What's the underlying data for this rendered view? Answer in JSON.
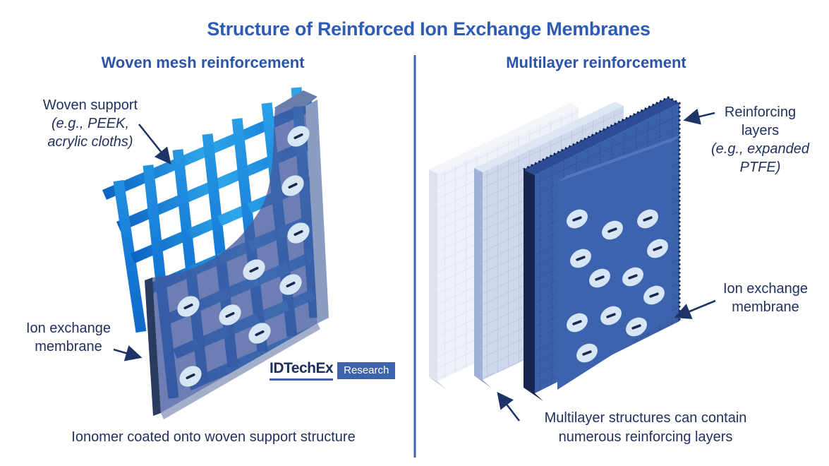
{
  "title": "Structure of Reinforced Ion Exchange Membranes",
  "left_panel": {
    "subtitle": "Woven mesh reinforcement",
    "support_label": {
      "line1": "Woven support",
      "line2": "(e.g., PEEK,",
      "line3": "acrylic cloths)"
    },
    "membrane_label": {
      "line1": "Ion exchange",
      "line2": "membrane"
    },
    "caption": "Ionomer coated onto woven support structure"
  },
  "right_panel": {
    "subtitle": "Multilayer reinforcement",
    "reinforcing_label": {
      "line1": "Reinforcing",
      "line2": "layers",
      "line3": "(e.g., expanded",
      "line4": "PTFE)"
    },
    "membrane_label": {
      "line1": "Ion exchange",
      "line2": "membrane"
    },
    "caption": {
      "line1": "Multilayer structures can contain",
      "line2": "numerous reinforcing layers"
    }
  },
  "logo": {
    "brand": "IDTechEx",
    "badge": "Research"
  },
  "icons": {
    "negative_charge_site": "minus-in-ellipse",
    "arrows": "navy-pointer-arrow"
  },
  "colors": {
    "title_blue": "#2e5cb4",
    "subtitle_blue": "#2b54a9",
    "text_navy": "#21315f",
    "arrow_navy": "#1e3366",
    "divider_blue": "#3c62ae",
    "mesh_cyan": "#2ea6ea",
    "mesh_blue": "#0c5fc0",
    "membrane_blue": "#3d63ae",
    "reinforcing_layer_navy": "#3b61ab",
    "back_layer_light": "#eef1f7",
    "middle_layer_blue": "#cdd8ed",
    "charge_site_fill": "#d7e6f4",
    "charge_minus": "#16294f",
    "logo_blue": "#3e63ad"
  }
}
